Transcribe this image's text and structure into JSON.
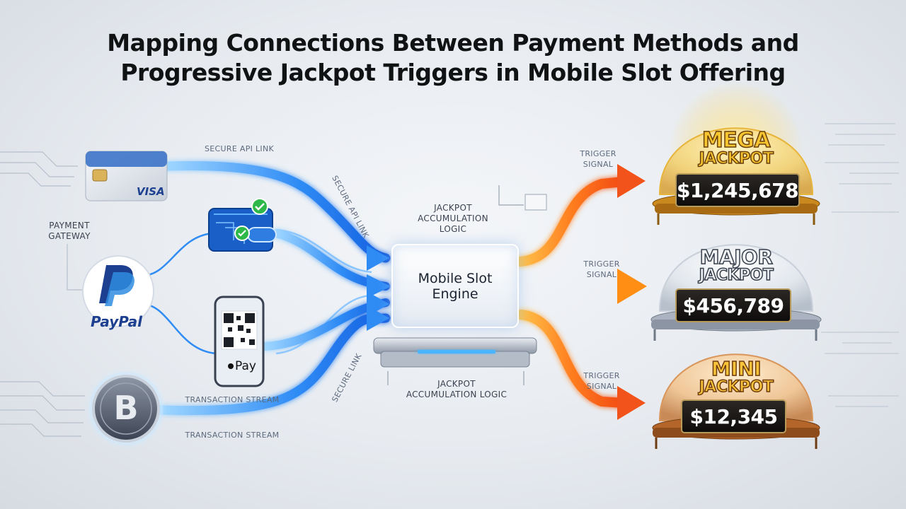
{
  "title": {
    "line1": "Mapping Connections Between Payment Methods and",
    "line2": "Progressive Jackpot Triggers in Mobile Slot Offering"
  },
  "labels": {
    "payment_gateway_1": "PAYMENT",
    "payment_gateway_2": "GATEWAY",
    "secure_api_link_top": "SECURE API LINK",
    "secure_api_link_diag": "SECURE API LINK",
    "secure_link": "SECURE LINK",
    "transaction_stream_1": "TRANSACTION STREAM",
    "transaction_stream_2": "TRANSACTION STREAM",
    "accum_top_1": "JACKPOT",
    "accum_top_2": "ACCUMULATION",
    "accum_top_3": "LOGIC",
    "accum_bottom_1": "JACKPOT",
    "accum_bottom_2": "ACCUMULATION LOGIC",
    "trigger_1_a": "TRIGGER",
    "trigger_1_b": "SIGNAL",
    "trigger_2_a": "TRIGGER",
    "trigger_2_b": "SIGNAL",
    "trigger_3_a": "TRIGGER",
    "trigger_3_b": "SIGNAL"
  },
  "engine": {
    "line1": "Mobile Slot",
    "line2": "Engine"
  },
  "payments": {
    "card_brand": "VISA",
    "paypal_brand": "PayPal",
    "applepay_brand": "Pay",
    "bitcoin_symbol": "B"
  },
  "jackpots": [
    {
      "line1": "MEGA",
      "line2": "JACKPOT",
      "amount": "$1,245,678"
    },
    {
      "line1": "MAJOR",
      "line2": "JACKPOT",
      "amount": "$456,789"
    },
    {
      "line1": "MINI",
      "line2": "JACKPOT",
      "amount": "$12,345"
    }
  ],
  "colors": {
    "blue_stream": "#1e7cf0",
    "blue_glow": "#7fc4ff",
    "orange_stream": "#f5611a",
    "yellow_stream": "#ffb21a",
    "gold": "#e6a821",
    "silver": "#b9c2cd",
    "bronze": "#c8752a"
  }
}
